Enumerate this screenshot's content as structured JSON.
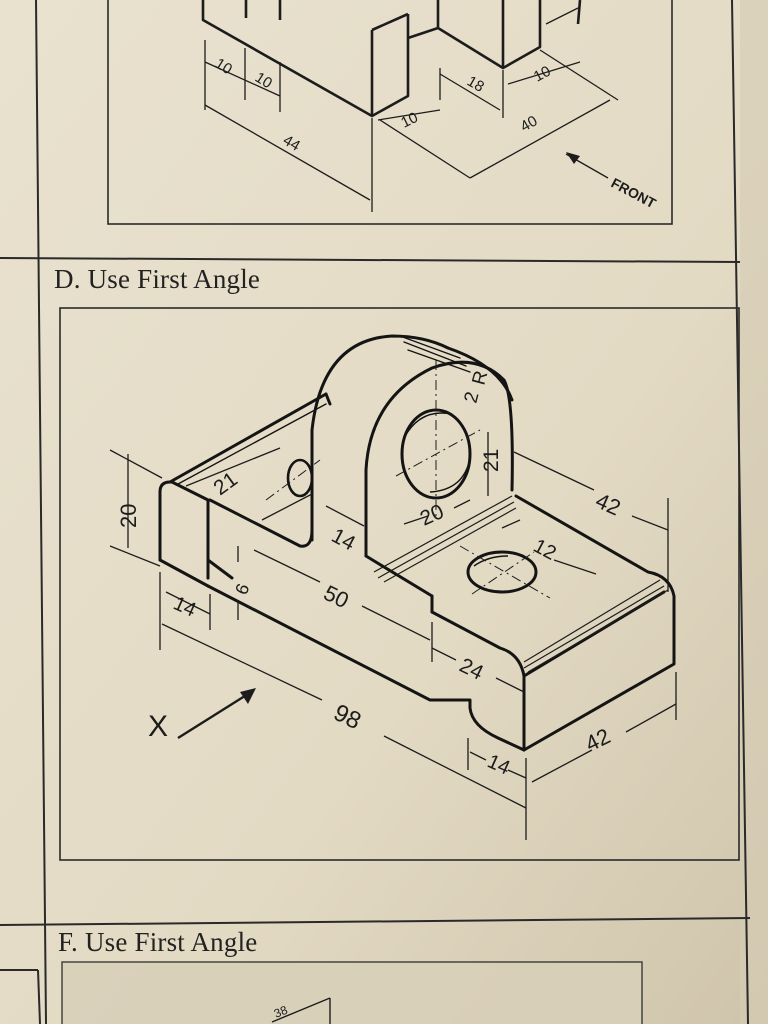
{
  "sections": [
    {
      "id": "C",
      "title": ""
    },
    {
      "id": "D",
      "title": "D. Use First Angle"
    },
    {
      "id": "F",
      "title": "F. Use First Angle"
    }
  ],
  "top_figure": {
    "dimensions": [
      "10",
      "10",
      "18",
      "10",
      "44",
      "10",
      "40"
    ],
    "direction_label": "FRONT"
  },
  "main_figure": {
    "dimensions": [
      "20",
      "21",
      "14",
      "2",
      "R",
      "21",
      "20",
      "42",
      "12",
      "50",
      "14",
      "6",
      "24",
      "98",
      "14",
      "42"
    ],
    "view_label": "X"
  },
  "bottom_figure": {
    "dimensions": [
      "38"
    ]
  },
  "colors": {
    "paper": "#e8e0cd",
    "paper_shadow": "#d3c8b0",
    "ink": "#1c1c1c",
    "rule": "#2a2a2a"
  }
}
